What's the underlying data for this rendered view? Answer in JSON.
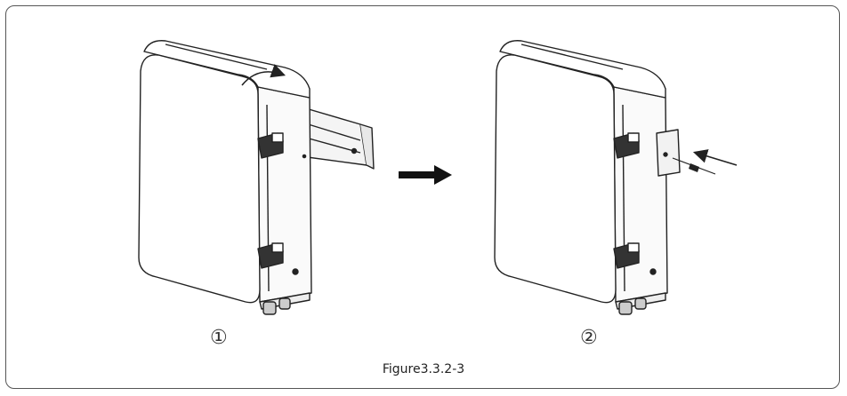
{
  "figure": {
    "caption": "Figure3.3.2-3",
    "step_1_label": "①",
    "step_2_label": "②"
  }
}
